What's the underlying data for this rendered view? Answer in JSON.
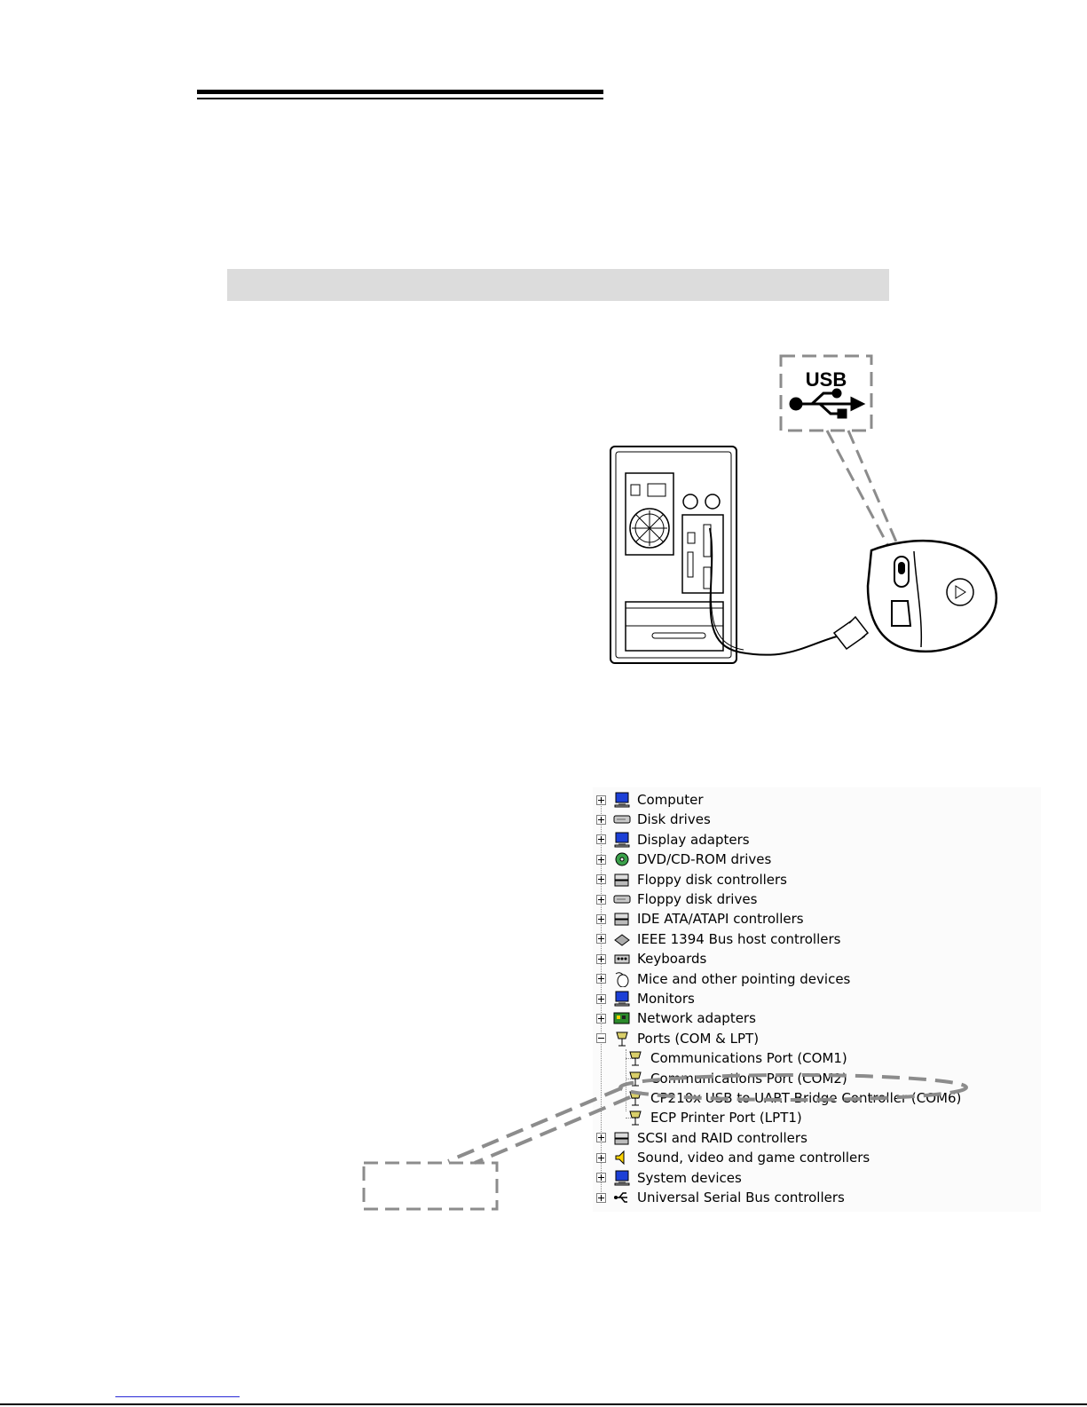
{
  "usb_label": {
    "text": "USB"
  },
  "device_manager": {
    "categories": [
      {
        "label": "Computer",
        "icon": "computer-icon"
      },
      {
        "label": "Disk drives",
        "icon": "disk-drive-icon"
      },
      {
        "label": "Display adapters",
        "icon": "display-adapter-icon"
      },
      {
        "label": "DVD/CD-ROM drives",
        "icon": "dvd-drive-icon"
      },
      {
        "label": "Floppy disk controllers",
        "icon": "floppy-controller-icon"
      },
      {
        "label": "Floppy disk drives",
        "icon": "floppy-drive-icon"
      },
      {
        "label": "IDE ATA/ATAPI controllers",
        "icon": "ide-controller-icon"
      },
      {
        "label": "IEEE 1394 Bus host controllers",
        "icon": "ieee1394-icon"
      },
      {
        "label": "Keyboards",
        "icon": "keyboard-icon"
      },
      {
        "label": "Mice and other pointing devices",
        "icon": "mouse-icon"
      },
      {
        "label": "Monitors",
        "icon": "monitor-icon"
      },
      {
        "label": "Network adapters",
        "icon": "network-adapter-icon"
      },
      {
        "label": "Ports (COM & LPT)",
        "icon": "port-icon"
      },
      {
        "label": "SCSI and RAID controllers",
        "icon": "scsi-icon"
      },
      {
        "label": "Sound, video and game controllers",
        "icon": "sound-icon"
      },
      {
        "label": "System devices",
        "icon": "system-devices-icon"
      },
      {
        "label": "Universal Serial Bus controllers",
        "icon": "usb-controller-icon"
      }
    ],
    "ports_children": [
      {
        "label": "Communications Port (COM1)",
        "icon": "port-icon"
      },
      {
        "label": "Communications Port (COM2)",
        "icon": "port-icon"
      },
      {
        "label": "CP210x USB to UART Bridge Controller (COM6)",
        "icon": "port-icon"
      },
      {
        "label": "ECP Printer Port (LPT1)",
        "icon": "port-icon"
      }
    ]
  },
  "colors": {
    "callout_dash": "#8c8c8c",
    "gray_band": "#dcdcdc",
    "link_underline": "#2a2ad6"
  }
}
